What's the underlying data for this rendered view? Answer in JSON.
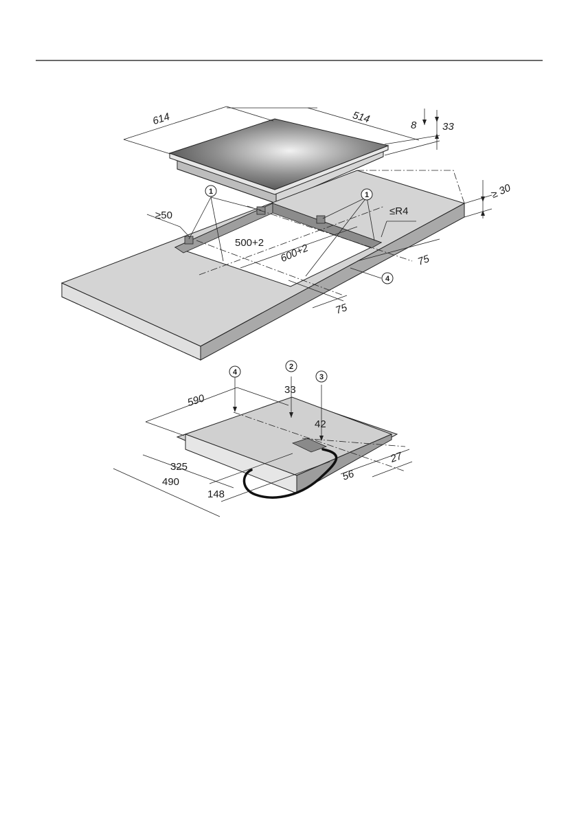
{
  "hob": {
    "width": "614",
    "depth": "514",
    "glass_thickness": "8",
    "total_height": "33"
  },
  "worktop": {
    "min_thickness": "≥ 30",
    "min_front_distance": "≥50",
    "cutout_depth": "500+2",
    "cutout_width": "600+2",
    "corner_radius": "≤R4",
    "bracket_offset_right": "75",
    "bracket_offset_front": "75"
  },
  "underside": {
    "width": "590",
    "center_height": "33",
    "box_height": "42",
    "depth_to_line": "325",
    "total_depth": "490",
    "box_offset_left": "148",
    "box_offset_right": "56",
    "lip_depth": "27"
  },
  "callouts": {
    "brackets": "1",
    "height_point": "2",
    "connection_box": "3",
    "center_line": "4"
  }
}
